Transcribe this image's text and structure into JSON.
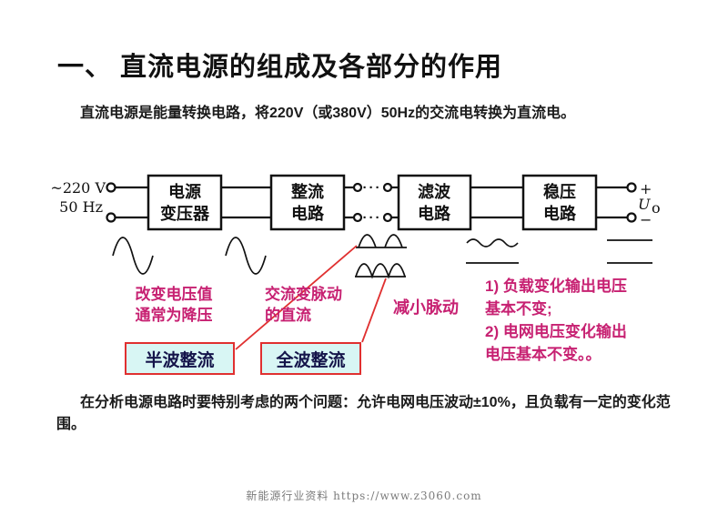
{
  "title": "一、 直流电源的组成及各部分的作用",
  "intro": "直流电源是能量转换电路，将220V（或380V）50Hz的交流电转换为直流电。",
  "diagram": {
    "input": {
      "line1": "~220 V",
      "line2": "50 Hz"
    },
    "blocks": [
      {
        "line1": "电源",
        "line2": "变压器"
      },
      {
        "line1": "整流",
        "line2": "电路"
      },
      {
        "line1": "滤波",
        "line2": "电路"
      },
      {
        "line1": "稳压",
        "line2": "电路"
      }
    ],
    "dots": "···",
    "output": {
      "plus": "+",
      "u": "U",
      "sub": "o",
      "minus": "−"
    }
  },
  "notes": {
    "transformer_line1": "改变电压值",
    "transformer_line2": "通常为降压",
    "rectifier_line1": "交流变脉动",
    "rectifier_line2": "的直流",
    "filter": "减小脉动",
    "regulator_line1": "1) 负载变化输出电压",
    "regulator_line2": "基本不变;",
    "regulator_line3": "2) 电网电压变化输出",
    "regulator_line4": "电压基本不变。。"
  },
  "callouts": {
    "half_wave": "半波整流",
    "full_wave": "全波整流"
  },
  "conclusion": "在分析电源电路时要特别考虑的两个问题：允许电网电压波动±10%，且负载有一定的变化范围。",
  "footer": "新能源行业资料 https://www.z3060.com",
  "colors": {
    "magenta": "#c72172",
    "red": "#e03030",
    "callout_bg": "#d8f6f4",
    "callout_ink": "#14144a"
  }
}
